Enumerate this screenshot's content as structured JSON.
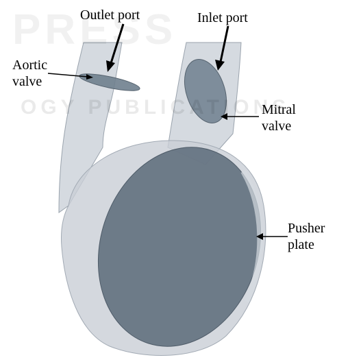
{
  "labels": {
    "outlet_port": "Outlet port",
    "inlet_port": "Inlet port",
    "aortic_valve_line1": "Aortic",
    "aortic_valve_line2": "valve",
    "mitral_valve_line1": "Mitral",
    "mitral_valve_line2": "valve",
    "pusher_plate_line1": "Pusher",
    "pusher_plate_line2": "plate"
  },
  "watermark": {
    "line1": "PRESS",
    "line2": "OGY PUBLICATIONS"
  },
  "colors": {
    "housing_fill": "#c7cdd6",
    "housing_stroke": "#9aa3ad",
    "valve_fill": "#6f7f8e",
    "plate_fill": "#5e6d7c",
    "arrow": "#000000"
  }
}
